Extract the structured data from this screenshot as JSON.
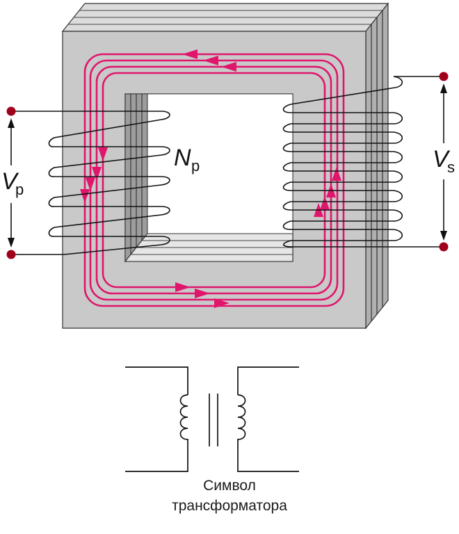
{
  "labels": {
    "primary_voltage": {
      "main": "V",
      "sub": "p"
    },
    "secondary_voltage": {
      "main": "V",
      "sub": "s"
    },
    "primary_turns": {
      "main": "N",
      "sub": "p"
    }
  },
  "caption": {
    "line1": "Символ",
    "line2": "трансформатора"
  },
  "colors": {
    "core_face": "#c8c8c8",
    "core_top": "#d9d9d9",
    "core_side": "#a9a9a9",
    "flux": "#e0156c",
    "terminal": "#a0001c",
    "wire": "#111111"
  }
}
